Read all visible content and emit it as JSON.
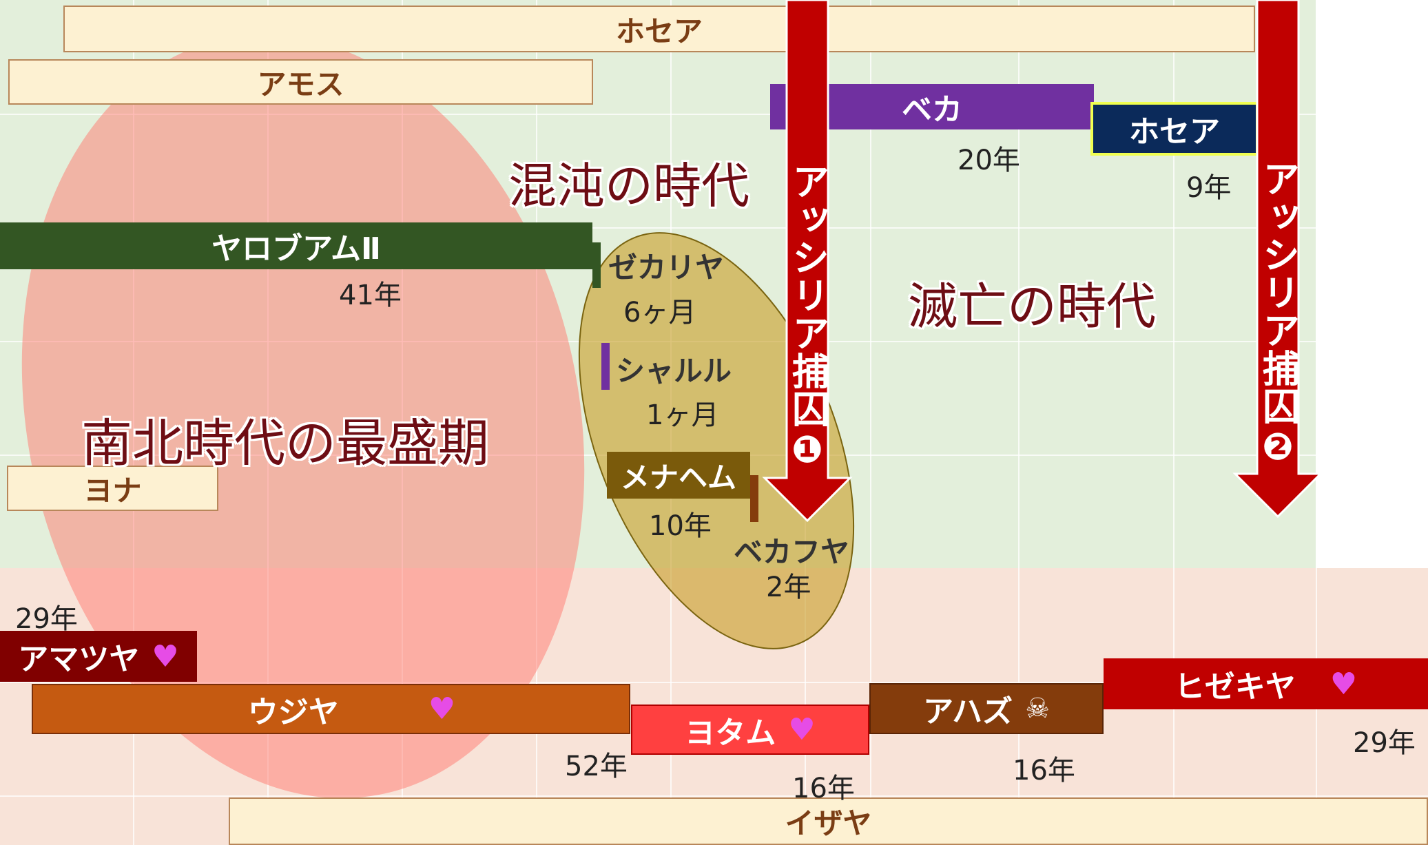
{
  "prophets": {
    "hosea_top": "ホセア",
    "amos": "アモス",
    "jonah": "ヨナ",
    "isaiah": "イザヤ"
  },
  "north": {
    "jeroboam": {
      "name": "ヤロブアムⅡ",
      "years": "41年"
    },
    "zechariah": {
      "name": "ゼカリヤ",
      "years": "6ヶ月"
    },
    "shallum": {
      "name": "シャルル",
      "years": "1ヶ月"
    },
    "menahem": {
      "name": "メナヘム",
      "years": "10年"
    },
    "pekahiah": {
      "name": "ベカフヤ",
      "years": "2年"
    },
    "pekah": {
      "name": "ベカ",
      "years": "20年"
    },
    "hoshea": {
      "name": "ホセア",
      "years": "9年"
    }
  },
  "south": {
    "amaziah": {
      "name": "アマツヤ",
      "years": "29年",
      "icon": "heart-icon"
    },
    "uzziah": {
      "name": "ウジヤ",
      "years": "52年",
      "icon": "heart-icon"
    },
    "jotham": {
      "name": "ヨタム",
      "years": "16年",
      "icon": "heart-icon"
    },
    "ahaz": {
      "name": "アハズ",
      "years": "16年",
      "icon": "skull-icon"
    },
    "hezekiah": {
      "name": "ヒゼキヤ",
      "years": "29年",
      "icon": "heart-icon"
    }
  },
  "eras": {
    "chaos": "混沌の時代",
    "fall": "滅亡の時代",
    "peak": "南北時代の最盛期"
  },
  "captivity": {
    "first": "アッシリア捕囚❶",
    "second": "アッシリア捕囚❷"
  },
  "colors": {
    "north_bg": "#e3efdb",
    "south_bg": "#f8e3d8",
    "prophet_fill": "#fdf1d2",
    "jeroboam": "#335623",
    "shallum_pekah": "#7030a0",
    "menahem": "#7a5a0b",
    "pekahiah": "#843c0c",
    "hoshea": "#0b2a5a",
    "amaziah": "#800000",
    "uzziah": "#c55a11",
    "jotham": "#ff4040",
    "ahaz": "#843c0c",
    "hezekiah": "#c00000",
    "arrow": "#c00000",
    "heart": "#e64ce6"
  }
}
